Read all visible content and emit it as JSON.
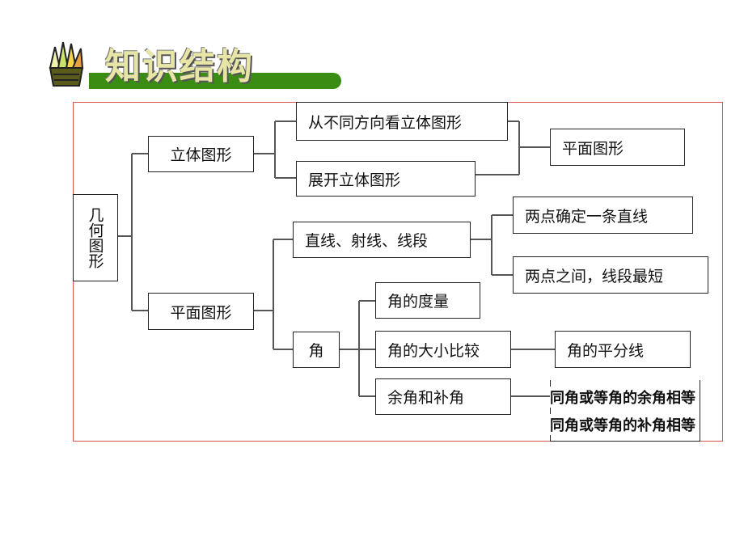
{
  "header": {
    "title": "知识结构",
    "icon": "pencils-icon"
  },
  "colors": {
    "frame": "#d9534f",
    "title_bar": "#3a8c12",
    "title_text": "#e8e6a6"
  },
  "diagram": {
    "root": "几何图形",
    "solid": "立体图形",
    "plane": "平面图形",
    "view_from_directions": "从不同方向看立体图形",
    "unfold_solid": "展开立体图形",
    "plane_figure": "平面图形",
    "lines": "直线、射线、线段",
    "two_points_line": "两点确定一条直线",
    "shortest_segment": "两点之间，线段最短",
    "angle": "角",
    "angle_measure": "角的度量",
    "angle_compare": "角的大小比较",
    "angle_bisector": "角的平分线",
    "complement_supplement": "余角和补角",
    "complement_theorem": "同角或等角的余角相等",
    "supplement_theorem": "同角或等角的补角相等"
  }
}
